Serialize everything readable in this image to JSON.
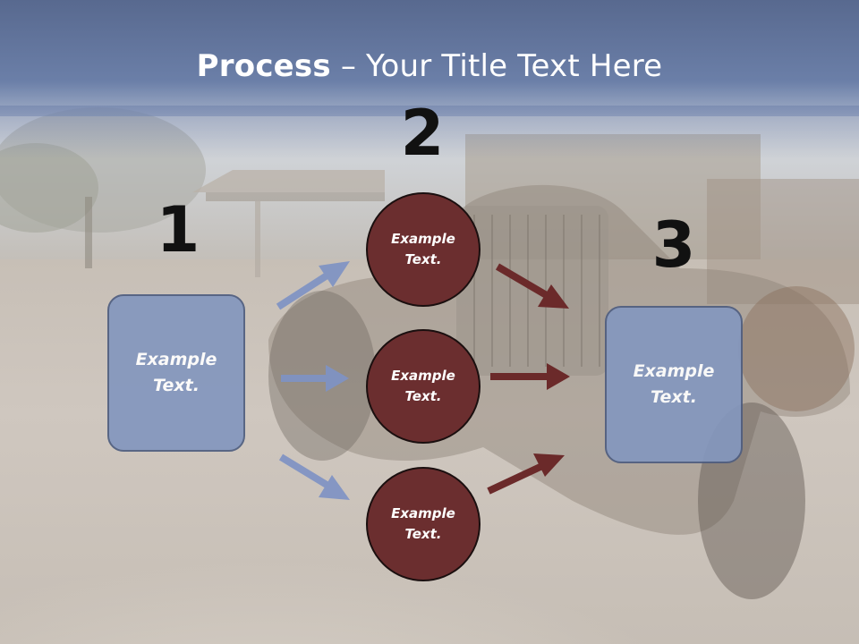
{
  "slide": {
    "title_bold": "Process",
    "title_sep": " – ",
    "title_rest": "Your Title Text Here"
  },
  "steps": {
    "num1": "1",
    "num2": "2",
    "num3": "3"
  },
  "nodes": {
    "left_box": "Example\nText.",
    "right_box": "Example\nText.",
    "circle_top": "Example\nText.",
    "circle_middle": "Example\nText.",
    "circle_bottom": "Example\nText."
  },
  "colors": {
    "title_band": "#6b7fa8",
    "box_fill": "#8497be",
    "circle_fill": "#6b2e2f",
    "blue_arrow": "#7f93c4",
    "red_arrow": "#6b2a2a"
  }
}
